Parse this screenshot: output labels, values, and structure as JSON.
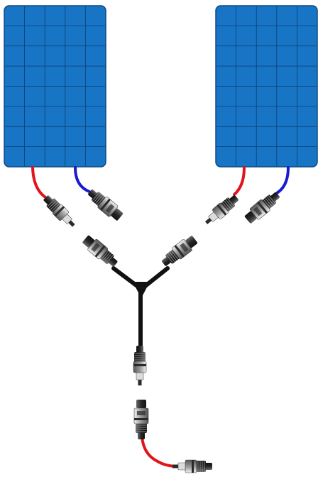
{
  "diagram": {
    "panels": [
      {
        "id": "left",
        "cell_columns": 5,
        "cell_rows": 8
      },
      {
        "id": "right",
        "cell_columns": 5,
        "cell_rows": 8
      }
    ],
    "colors": {
      "panel_fill": "#1874c4",
      "panel_grid": "#0b3f73",
      "panel_border": "#0d4a85",
      "positive_wire": "#e1141b",
      "negative_wire": "#1a1ad0",
      "trunk_wire": "#111111",
      "connector_dark": "#2a2a2a",
      "connector_metal": "#9a9a9a",
      "connector_light": "#dcdcdc"
    },
    "parts": {
      "y_branch": "mc4-y-branch-connector",
      "output_lead": "red-output-lead",
      "connector_type": "mc4"
    }
  }
}
